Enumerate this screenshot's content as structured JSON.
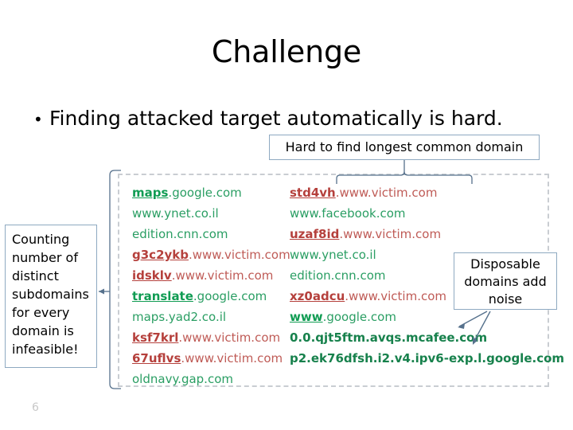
{
  "slide": {
    "title": "Challenge",
    "page_number": "6",
    "bullet_mark": "•",
    "bullet_text": "Finding attacked target automatically is hard."
  },
  "callouts": {
    "hard_to_find": "Hard to find longest common domain",
    "counting": "Counting number of distinct subdomains for every domain is infeasible!",
    "disposable": "Disposable domains add noise"
  },
  "colors": {
    "green": "#1a9e5f",
    "red": "#b5403c",
    "callout_border": "#8ea9c1",
    "dashed_border": "#c9cdd2",
    "connector": "#56718c",
    "page_number": "#c8c8c8"
  },
  "domains": {
    "left_column": [
      {
        "head": "maps",
        "head_style": "sub-green",
        "tail": ".google.com",
        "tail_style": "rest-grn"
      },
      {
        "head": "",
        "head_style": "",
        "tail": "www.ynet.co.il",
        "tail_style": "rest-grn"
      },
      {
        "head": "",
        "head_style": "",
        "tail": "edition.cnn.com",
        "tail_style": "rest-grn"
      },
      {
        "head": "g3c2ykb",
        "head_style": "sub-red",
        "tail": ".www.victim.com",
        "tail_style": "rest-red"
      },
      {
        "head": "idsklv",
        "head_style": "sub-red",
        "tail": ".www.victim.com",
        "tail_style": "rest-red"
      },
      {
        "head": "translate",
        "head_style": "sub-green",
        "tail": ".google.com",
        "tail_style": "rest-grn"
      },
      {
        "head": "",
        "head_style": "",
        "tail": "maps.yad2.co.il",
        "tail_style": "rest-grn"
      },
      {
        "head": "ksf7krl",
        "head_style": "sub-red",
        "tail": ".www.victim.com",
        "tail_style": "rest-red"
      },
      {
        "head": "67uflvs",
        "head_style": "sub-red",
        "tail": ".www.victim.com",
        "tail_style": "rest-red"
      },
      {
        "head": "",
        "head_style": "",
        "tail": "oldnavy.gap.com",
        "tail_style": "rest-grn"
      }
    ],
    "right_column": [
      {
        "head": "std4vh",
        "head_style": "sub-red",
        "tail": ".www.victim.com",
        "tail_style": "rest-red"
      },
      {
        "head": "",
        "head_style": "",
        "tail": "www.facebook.com",
        "tail_style": "rest-grn"
      },
      {
        "head": "uzaf8id",
        "head_style": "sub-red",
        "tail": ".www.victim.com",
        "tail_style": "rest-red"
      },
      {
        "head": "",
        "head_style": "",
        "tail": "www.ynet.co.il",
        "tail_style": "rest-grn"
      },
      {
        "head": "",
        "head_style": "",
        "tail": "edition.cnn.com",
        "tail_style": "rest-grn"
      },
      {
        "head": "xz0adcu",
        "head_style": "sub-red",
        "tail": ".www.victim.com",
        "tail_style": "rest-red"
      },
      {
        "head": "www",
        "head_style": "sub-green",
        "tail": ".google.com",
        "tail_style": "rest-grn"
      },
      {
        "head": "",
        "head_style": "",
        "tail": "0.0.qjt5ftm.avqs.mcafee.com",
        "tail_style": "bold-grn"
      },
      {
        "head": "",
        "head_style": "",
        "tail": "p2.ek76dfsh.i2.v4.ipv6-exp.l.google.com",
        "tail_style": "bold-grn"
      }
    ]
  }
}
